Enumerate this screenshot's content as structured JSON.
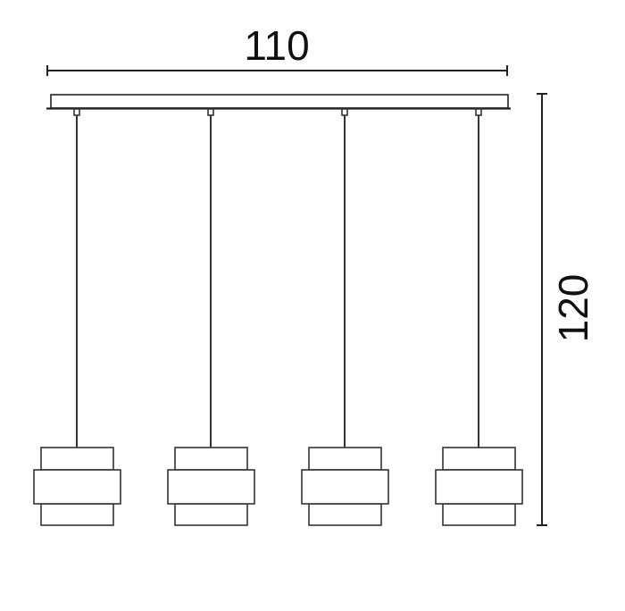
{
  "dimensions": {
    "width_label": "110",
    "height_label": "120"
  },
  "lamp": {
    "pendant_count": 4
  }
}
